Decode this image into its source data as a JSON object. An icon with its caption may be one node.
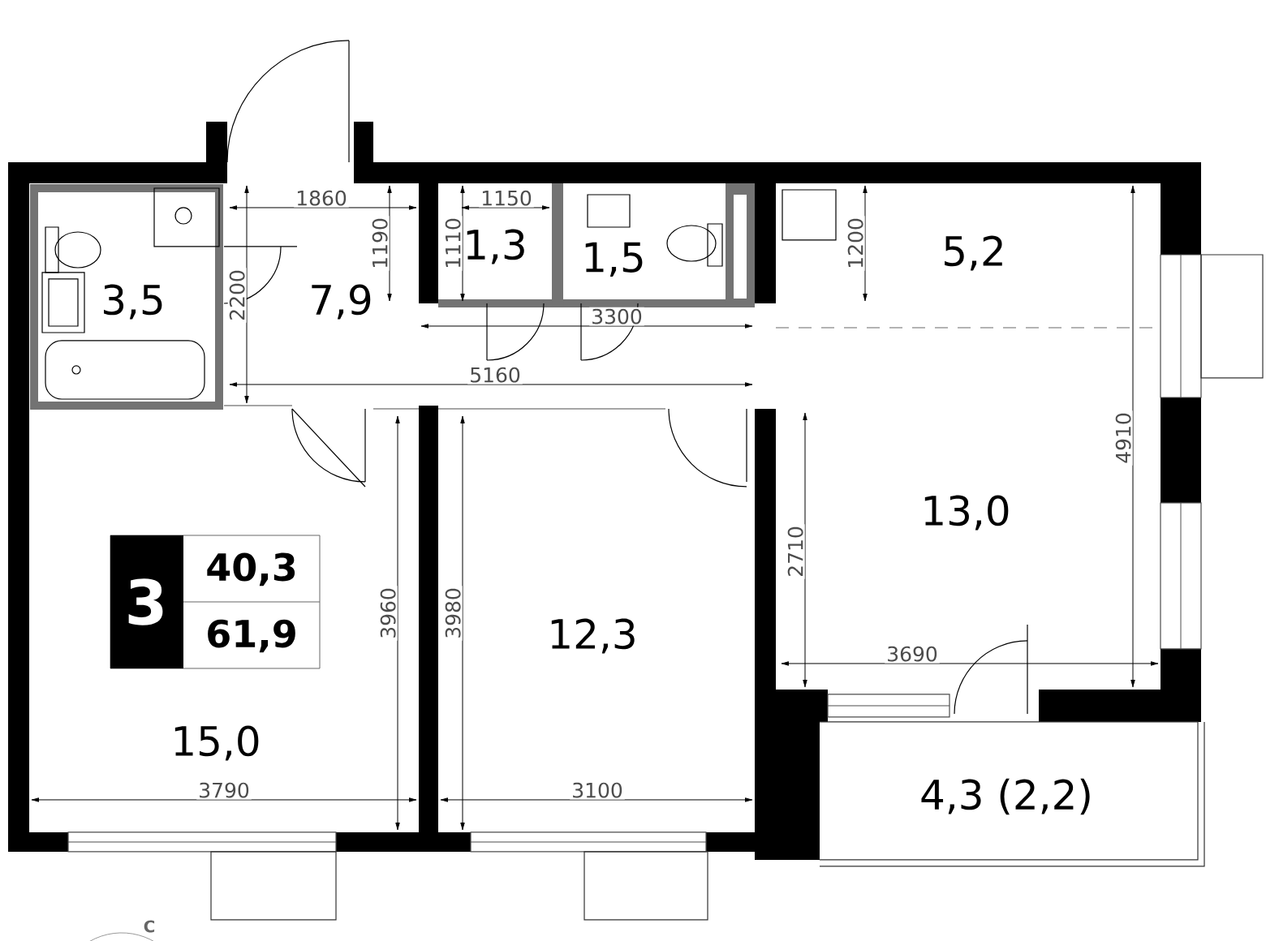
{
  "diagram": {
    "nodes": [
      {
        "text": [
          "3",
          "40,3",
          "61,9"
        ]
      }
    ],
    "labels": [
      "1860",
      "1150",
      "1190",
      "1110",
      "1,3",
      "1,5",
      "1200",
      "5,2",
      "3,5",
      "2200",
      "7,9",
      "3300",
      "5160",
      "13,0",
      "4910",
      "2710",
      "3960",
      "3980",
      "12,3",
      "3690",
      "15,0",
      "3790",
      "3100",
      "4,3 (2,2)",
      "С"
    ]
  }
}
